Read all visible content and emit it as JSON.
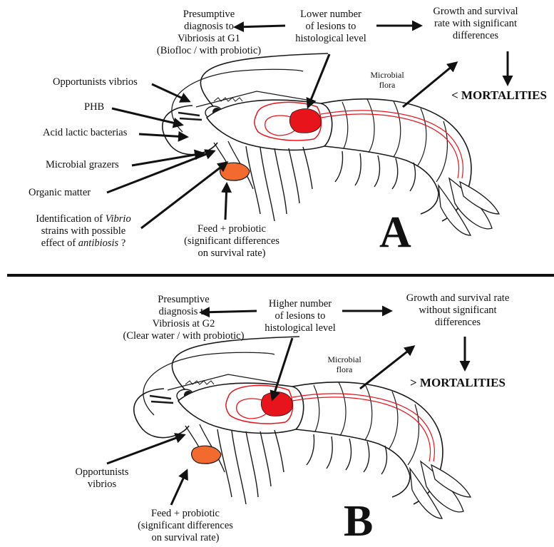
{
  "panel_a": {
    "letter": "A",
    "diagnosis": [
      "Presumptive",
      "diagnosis to",
      "Vibriosis at G1",
      "(Biofloc / with probiotic)"
    ],
    "lesions": [
      "Lower number",
      "of lesions to",
      "histological level"
    ],
    "growth": [
      "Growth and survival",
      "rate with significant",
      "differences"
    ],
    "mortalities": "< MORTALITIES",
    "microbial_flora": [
      "Microbial",
      "flora"
    ],
    "left_labels": {
      "opportunists": "Opportunists vibrios",
      "phb": "PHB",
      "acid_lactic": "Acid lactic bacterias",
      "grazers": "Microbial grazers",
      "organic": "Organic matter"
    },
    "identification": {
      "line1_pre": "Identification of ",
      "line1_italic": "Vibrio",
      "line2": "strains with possible",
      "line3_pre": "effect of ",
      "line3_italic": "antibiosis",
      "line3_post": " ?"
    },
    "feed": [
      "Feed + probiotic",
      "(significant differences",
      "on survival rate)"
    ]
  },
  "panel_b": {
    "letter": "B",
    "diagnosis": [
      "Presumptive",
      "diagnosis to",
      "Vibriosis at G2",
      "(Clear water / with probiotic)"
    ],
    "lesions": [
      "Higher number",
      "of lesions to",
      "histological level"
    ],
    "growth": [
      "Growth and survival rate",
      "without significant",
      "differences"
    ],
    "mortalities": "> MORTALITIES",
    "microbial_flora": [
      "Microbial",
      "flora"
    ],
    "opportunists": [
      "Opportunists",
      "vibrios"
    ],
    "feed": [
      "Feed + probiotic",
      "(significant differences",
      "on survival rate)"
    ]
  },
  "colors": {
    "lesion_red": "#e8141c",
    "feed_orange": "#f26a2e",
    "outline": "#1a1a1a"
  }
}
